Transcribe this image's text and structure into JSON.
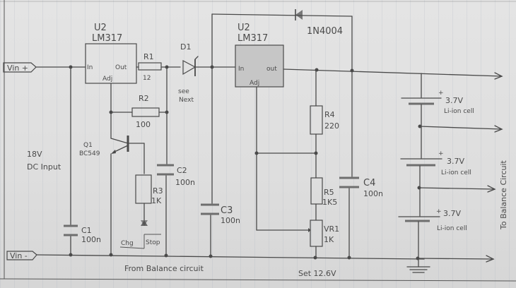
{
  "title": "Li-ion 3S charger with LM317",
  "ports": {
    "vin_plus": "Vin +",
    "vin_minus": "Vin -"
  },
  "input_note": [
    "18V",
    "DC Input"
  ],
  "u1": {
    "ref": "U2",
    "part": "LM317",
    "pin_in": "In",
    "pin_out": "Out",
    "pin_adj": "Adj"
  },
  "u2": {
    "ref": "U2",
    "part": "LM317",
    "pin_in": "In",
    "pin_out": "out",
    "pin_adj": "Adj"
  },
  "r1": {
    "ref": "R1",
    "value": "12"
  },
  "r2": {
    "ref": "R2",
    "value": "100"
  },
  "r3": {
    "ref": "R3",
    "value": "1K"
  },
  "r4": {
    "ref": "R4",
    "value": "220"
  },
  "r5": {
    "ref": "R5",
    "value": "1K5"
  },
  "vr1": {
    "ref": "VR1",
    "value": "1K"
  },
  "c1": {
    "ref": "C1",
    "value": "100n"
  },
  "c2": {
    "ref": "C2",
    "value": "100n"
  },
  "c3": {
    "ref": "C3",
    "value": "100n"
  },
  "c4": {
    "ref": "C4",
    "value": "100n"
  },
  "d1": {
    "ref": "D1",
    "note": [
      "see",
      "Next"
    ]
  },
  "d2": {
    "part": "1N4004"
  },
  "q1": {
    "ref": "Q1",
    "part": "BC549"
  },
  "led": {
    "chg": "Chg",
    "stop": "Stop"
  },
  "cells": [
    {
      "voltage": "3.7V",
      "type": "Li-ion cell"
    },
    {
      "voltage": "3.7V",
      "type": "Li-ion cell"
    },
    {
      "voltage": "3.7V",
      "type": "Li-ion cell"
    }
  ],
  "notes": {
    "from_balance": "From Balance circuit",
    "set_voltage": "Set 12.6V",
    "to_balance": "To Balance Circuit"
  }
}
